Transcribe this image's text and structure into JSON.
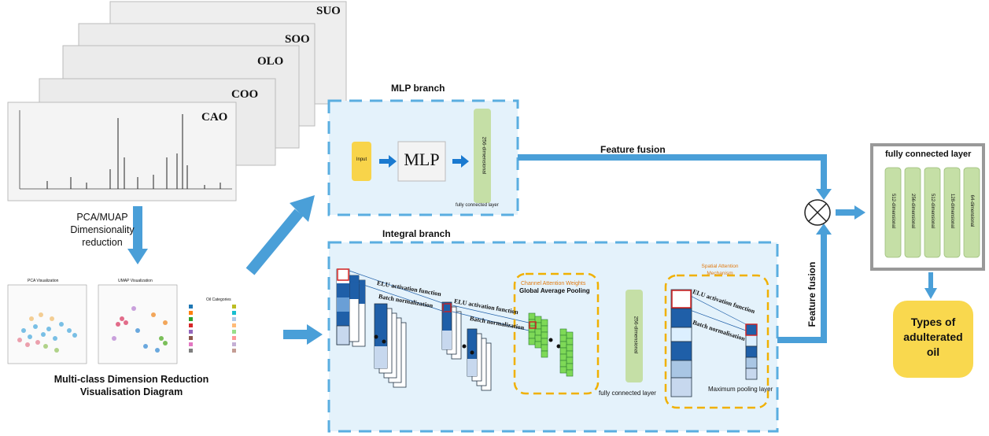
{
  "spectra": {
    "labels": [
      "SUO",
      "SOO",
      "OLO",
      "COO",
      "CAO"
    ]
  },
  "dim_reduction": {
    "method_label": "PCA/MUAP\nDimensionality\nreduction",
    "pca_title": "PCA Visualization",
    "umap_title": "UMAP Visualization",
    "legend_title": "Oil Categories",
    "caption": "Multi-class Dimension Reduction\nVisualisation Diagram"
  },
  "mlp_branch": {
    "title": "MLP branch",
    "input_label": "Input",
    "mlp_label": "MLP",
    "dim_label": "256-dimensional",
    "fc_label": "fully connected layer"
  },
  "integral_branch": {
    "title": "Integral branch",
    "elu_label": "ELU activation function",
    "bn_label": "Batch normalization",
    "elu2_label": "ELU activation function",
    "bn2_label": "Batch normalization",
    "channel_attention": "Channel Attention Weights",
    "gap_label": "Global Average Pooling",
    "dim_label": "256-dimensional",
    "fc_label": "fully connected layer",
    "spatial_attention": "Spatial Attention\nMechanism",
    "elu3_label": "ELU activation function",
    "bn3_label": "Batch normalisation",
    "maxpool_label": "Maximum pooling layer"
  },
  "fusion": {
    "feature_fusion_top": "Feature fusion",
    "feature_fusion_side": "Feature fusion",
    "operator": "⊗"
  },
  "fc_block": {
    "title": "fully connected layer",
    "layers": [
      "512-dimensional",
      "256-dimensional",
      "512-dimensional",
      "128-dimensional",
      "64-dimensional"
    ]
  },
  "output": {
    "label": "Types of\nadulterated\noil"
  },
  "colors": {
    "arrow_blue": "#4a9fd8",
    "dashed_border": "#5aaee0",
    "panel_fill": "#e4f2fb",
    "orange_dash": "#f0b000",
    "green_fc": "#c5dfa6",
    "input_yellow": "#f8d44a",
    "output_yellow": "#f9d84e",
    "dark_blue": "#1f5fa8",
    "light_blue": "#a9c6e4"
  }
}
